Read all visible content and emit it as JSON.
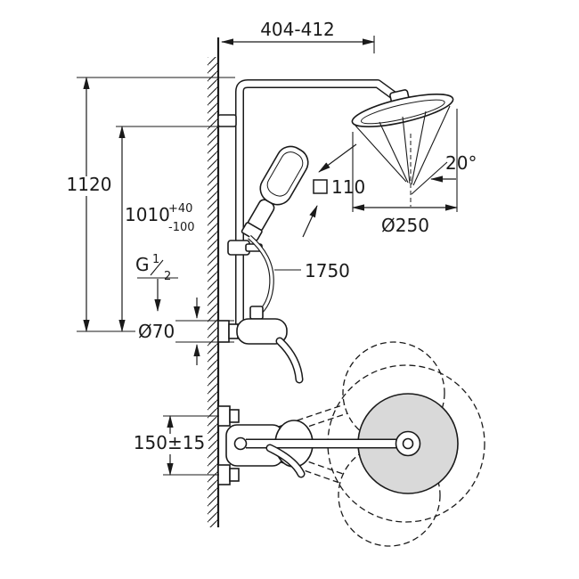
{
  "colors": {
    "ink": "#1a1a1a",
    "background": "#ffffff",
    "head_fill": "#d9d9d9"
  },
  "dimensions": {
    "arm_reach": "404-412",
    "total_height": "1120",
    "outlet_height": "1010",
    "outlet_height_tol_plus": "+40",
    "outlet_height_tol_minus": "-100",
    "connection_thread_prefix": "G",
    "connection_thread_numerator": "1",
    "connection_thread_denominator": "2",
    "escutcheon_diameter": "Ø70",
    "hand_shower_face_size": "110",
    "head_shower_angle": "20°",
    "head_shower_diameter": "Ø250",
    "shower_hose_length": "1750",
    "supply_connection_spacing": "150±15"
  }
}
